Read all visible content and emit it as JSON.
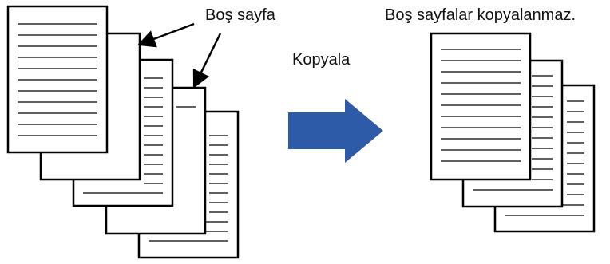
{
  "labels": {
    "blank_page": "Boş sayfa",
    "copy": "Kopyala",
    "result": "Boş sayfalar kopyalanmaz."
  },
  "colors": {
    "arrow": "#2E5BA8",
    "outline": "#000000",
    "page": "#ffffff"
  },
  "left_stack": {
    "page_count": 5,
    "blank_pages": [
      2,
      4
    ]
  },
  "right_stack": {
    "page_count": 3
  }
}
